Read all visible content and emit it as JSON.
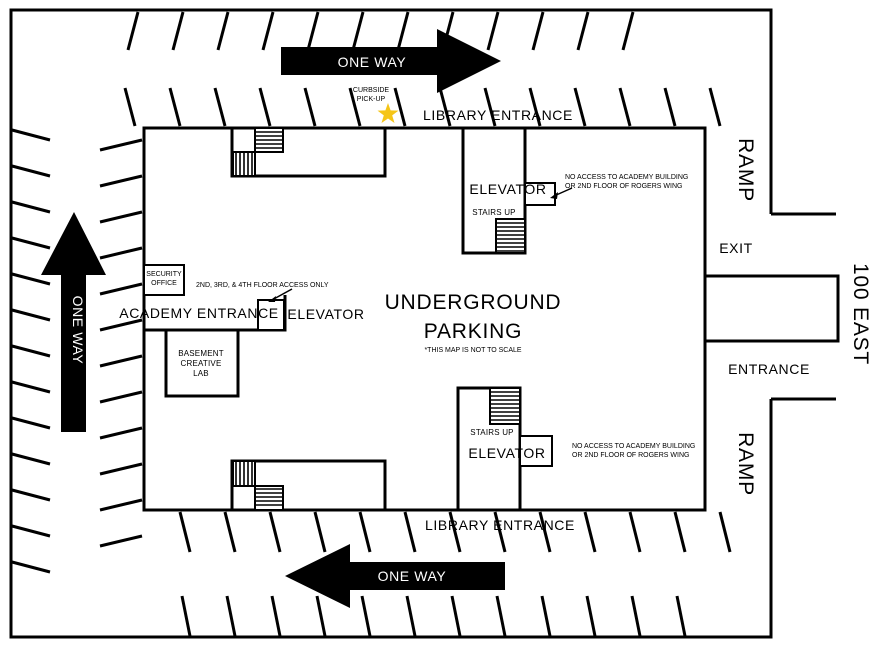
{
  "labels": {
    "one_way": "ONE WAY",
    "curbside": "CURBSIDE",
    "pickup": "PICK-UP",
    "library_entrance": "LIBRARY ENTRANCE",
    "ramp": "RAMP",
    "exit": "EXIT",
    "entrance": "ENTRANCE",
    "street": "100 EAST",
    "elevator": "ELEVATOR",
    "stairs_up": "STAIRS UP",
    "no_access_line1": "NO ACCESS TO ACADEMY BUILDING",
    "no_access_line2": "OR 2ND FLOOR OF ROGERS WING",
    "security_line1": "SECURITY",
    "security_line2": "OFFICE",
    "floor_access": "2ND, 3RD, & 4TH FLOOR ACCESS ONLY",
    "academy_entrance": "ACADEMY ENTRANCE",
    "title_line1": "UNDERGROUND",
    "title_line2": "PARKING",
    "scale_note": "*THIS MAP IS NOT TO SCALE",
    "creative_line1": "BASEMENT",
    "creative_line2": "CREATIVE",
    "creative_line3": "LAB"
  },
  "colors": {
    "ink": "#000000",
    "paper": "#ffffff",
    "star": "#f5c518"
  },
  "icons": {
    "pickup_marker": "star-icon",
    "direction": "arrow-icon",
    "stairs": "stairs-icon"
  }
}
